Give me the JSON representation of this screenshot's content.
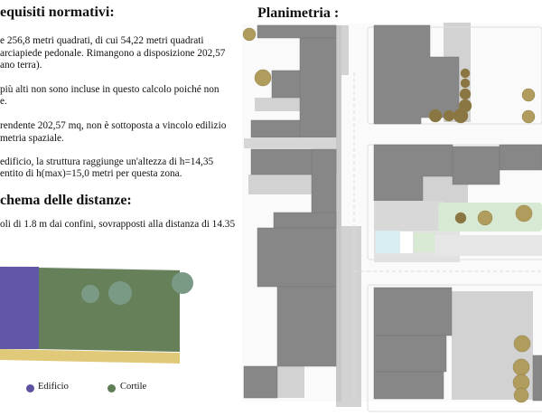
{
  "left": {
    "heading_requirements": "equisiti normativi:",
    "lines": [
      "e 256,8 metri quadrati, di cui 54,22 metri quadrati",
      "arciapiede pedonale. Rimangono a disposizione 202,57",
      "ano terra).",
      "più alti non sono incluse in questo calcolo poiché non",
      "e.",
      "rendente 202,57 mq, non è sottoposta a vincolo edilizio",
      "metria spaziale.",
      "edificio, la struttura raggiunge un'altezza di h=14,35",
      "entito di h(max)=15,0 metri per questa zona."
    ],
    "heading_distances": "chema delle distanze:",
    "distances_line": "oli di 1.8 m dai confini, sovrapposti alla distanza di 14.35",
    "legend": [
      {
        "label": "Edificio",
        "color": "#5b53a0"
      },
      {
        "label": "Cortile",
        "color": "#5f7d55"
      }
    ]
  },
  "right": {
    "heading": "Planimetria :"
  },
  "colors": {
    "building": "#878787",
    "shadow": "#cfcfcf",
    "tree": "#b09c5c",
    "courtyard": "#d7e9d2",
    "edge_band": "#e1c97a"
  }
}
